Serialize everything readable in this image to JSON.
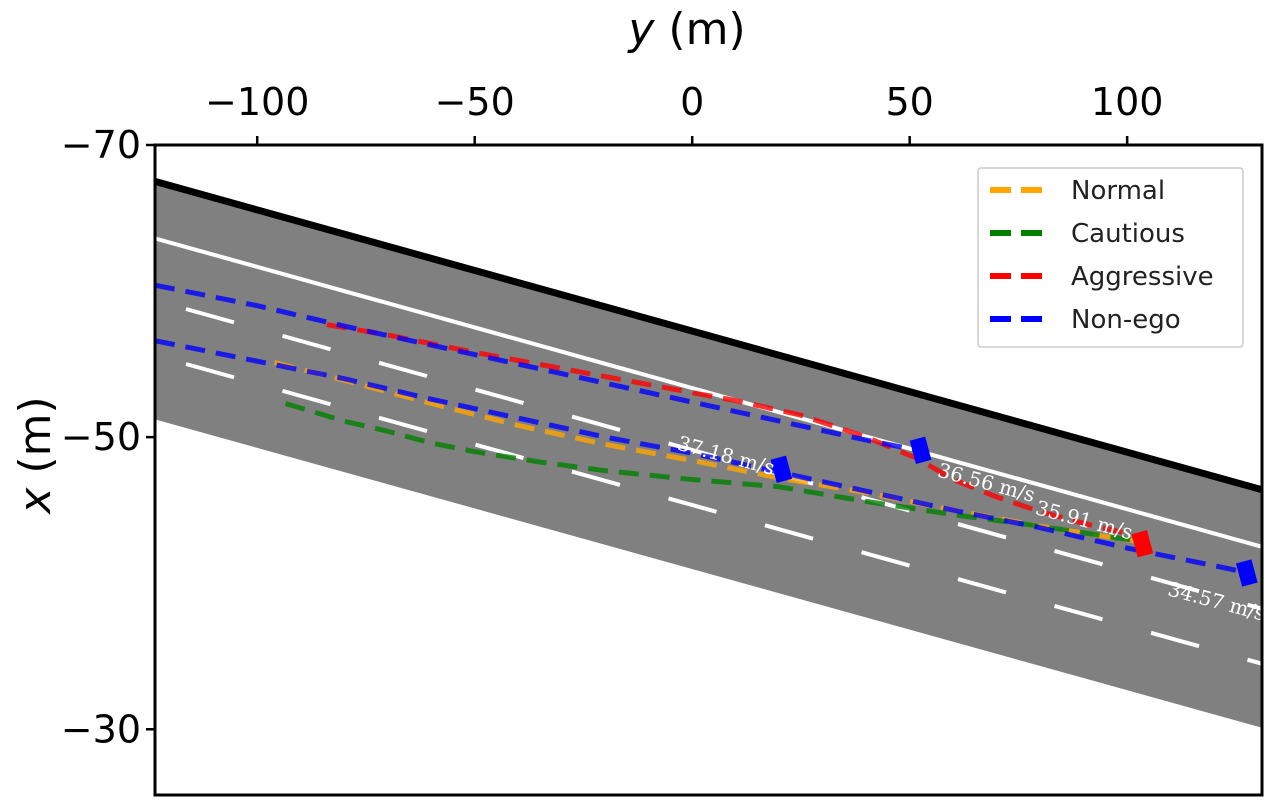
{
  "chart_data": {
    "type": "line",
    "xlabel": {
      "var": "y",
      "unit": "(m)"
    },
    "ylabel": {
      "var": "x",
      "unit": "(m)"
    },
    "xlim": [
      -123.5,
      131
    ],
    "ylim": [
      -25.5,
      -70
    ],
    "x_ticks": [
      {
        "value": -100,
        "label": "−100"
      },
      {
        "value": -50,
        "label": "−50"
      },
      {
        "value": 0,
        "label": "0"
      },
      {
        "value": 50,
        "label": "50"
      },
      {
        "value": 100,
        "label": "100"
      }
    ],
    "y_ticks": [
      {
        "value": -70,
        "label": "−70"
      },
      {
        "value": -50,
        "label": "−50"
      },
      {
        "value": -30,
        "label": "−30"
      }
    ],
    "road_color": "#808080",
    "legend": {
      "position": "top-right"
    },
    "series": [
      {
        "name": "Normal",
        "color": "#FFA500",
        "points": [
          [
            -96,
            -55.1
          ],
          [
            -80,
            -53.9
          ],
          [
            -60,
            -52.3
          ],
          [
            -40,
            -50.8
          ],
          [
            -20,
            -49.5
          ],
          [
            0,
            -48.4
          ],
          [
            20,
            -47.2
          ],
          [
            40,
            -46.2
          ],
          [
            60,
            -45
          ],
          [
            80,
            -43.9
          ],
          [
            95,
            -43.2
          ],
          [
            104,
            -42.8
          ]
        ]
      },
      {
        "name": "Cautious",
        "color": "#008000",
        "points": [
          [
            -93.5,
            -52.3
          ],
          [
            -80,
            -51.1
          ],
          [
            -70,
            -50.4
          ],
          [
            -60,
            -49.6
          ],
          [
            -50,
            -49
          ],
          [
            -35,
            -48.3
          ],
          [
            -20,
            -47.7
          ],
          [
            0,
            -47.1
          ],
          [
            20,
            -46.6
          ],
          [
            40,
            -45.6
          ],
          [
            60,
            -44.7
          ],
          [
            80,
            -43.9
          ],
          [
            100,
            -43
          ],
          [
            104,
            -42.8
          ]
        ]
      },
      {
        "name": "Aggressive",
        "color": "#FF0000",
        "points": [
          [
            -84,
            -57.7
          ],
          [
            -70,
            -57
          ],
          [
            -50,
            -55.8
          ],
          [
            -30,
            -54.7
          ],
          [
            -10,
            -53.6
          ],
          [
            10,
            -52.5
          ],
          [
            25,
            -51.5
          ],
          [
            40,
            -50
          ],
          [
            52,
            -48.5
          ],
          [
            60,
            -47.1
          ],
          [
            70,
            -45.9
          ],
          [
            80,
            -44.9
          ],
          [
            90,
            -44.1
          ],
          [
            100,
            -43.4
          ],
          [
            104,
            -42.9
          ]
        ]
      },
      {
        "name": "Non-ego",
        "color": "#0000FF",
        "points": [
          [
            -123.5,
            -60.4
          ],
          [
            -100,
            -59
          ],
          [
            -80,
            -57.6
          ],
          [
            -60,
            -56.3
          ],
          [
            -40,
            -55
          ],
          [
            -20,
            -53.7
          ],
          [
            0,
            -52.4
          ],
          [
            20,
            -51.1
          ],
          [
            40,
            -49.8
          ],
          [
            52,
            -49.1
          ]
        ]
      },
      {
        "name": "Non-ego",
        "color": "#0000FF",
        "in_legend": false,
        "points": [
          [
            -123.5,
            -56.6
          ],
          [
            -100,
            -55.2
          ],
          [
            -80,
            -54
          ],
          [
            -60,
            -52.6
          ],
          [
            -40,
            -51.3
          ],
          [
            -20,
            -50
          ],
          [
            0,
            -48.9
          ],
          [
            20,
            -47.6
          ],
          [
            40,
            -46.3
          ],
          [
            60,
            -45
          ],
          [
            80,
            -43.8
          ],
          [
            100,
            -42.4
          ],
          [
            120,
            -41.2
          ],
          [
            128,
            -40.7
          ]
        ]
      }
    ],
    "vehicles": [
      {
        "y": 52.5,
        "x": -49.1,
        "color": "#0000FF",
        "speed_label": "36.56 m/s"
      },
      {
        "y": 20.5,
        "x": -47.8,
        "color": "#0000FF",
        "speed_label": "37.18 m/s"
      },
      {
        "y": 103.5,
        "x": -42.7,
        "color": "#FF0000",
        "speed_label": "35.91 m/s"
      },
      {
        "y": 127.5,
        "x": -40.7,
        "color": "#0000FF",
        "speed_label": "34.57 m/s"
      }
    ]
  }
}
